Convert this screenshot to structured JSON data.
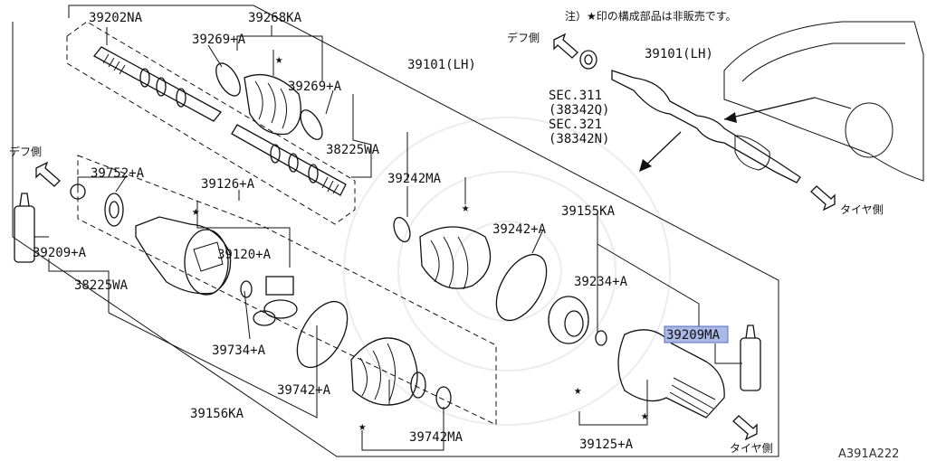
{
  "note": "注）★印の構成部品は非販売です。",
  "labels": {
    "p39202na": "39202NA",
    "p39268ka": "39268KA",
    "p39269a_top": "39269+A",
    "p39269a_mid": "39269+A",
    "p39101lh_main": "39101(LH)",
    "p39101lh_inset": "39101(LH)",
    "p38225wa_top": "38225WA",
    "p38225wa_left": "38225WA",
    "p39752a": "39752+A",
    "p39126a": "39126+A",
    "p39120a": "39120+A",
    "p39242ma": "39242MA",
    "p39242a": "39242+A",
    "p39155ka": "39155KA",
    "p39234a": "39234+A",
    "p39209a": "39209+A",
    "p39209ma": "39209MA",
    "p39734a": "39734+A",
    "p39742a": "39742+A",
    "p39156ka": "39156KA",
    "p39742ma": "39742MA",
    "p39125a": "39125+A",
    "sec311": "SEC.311",
    "sec311_code": "(38342Q)",
    "sec321": "SEC.321",
    "sec321_code": "(38342N)"
  },
  "directions": {
    "diff_side_left": "デフ側",
    "diff_side_top": "デフ側",
    "tire_side_right": "タイヤ側",
    "tire_side_bottom": "タイヤ側"
  },
  "diagram_ref": "A391A222",
  "highlight": {
    "label": "39209MA",
    "color": "#a9b8e6"
  },
  "icons": {
    "star": "★"
  }
}
